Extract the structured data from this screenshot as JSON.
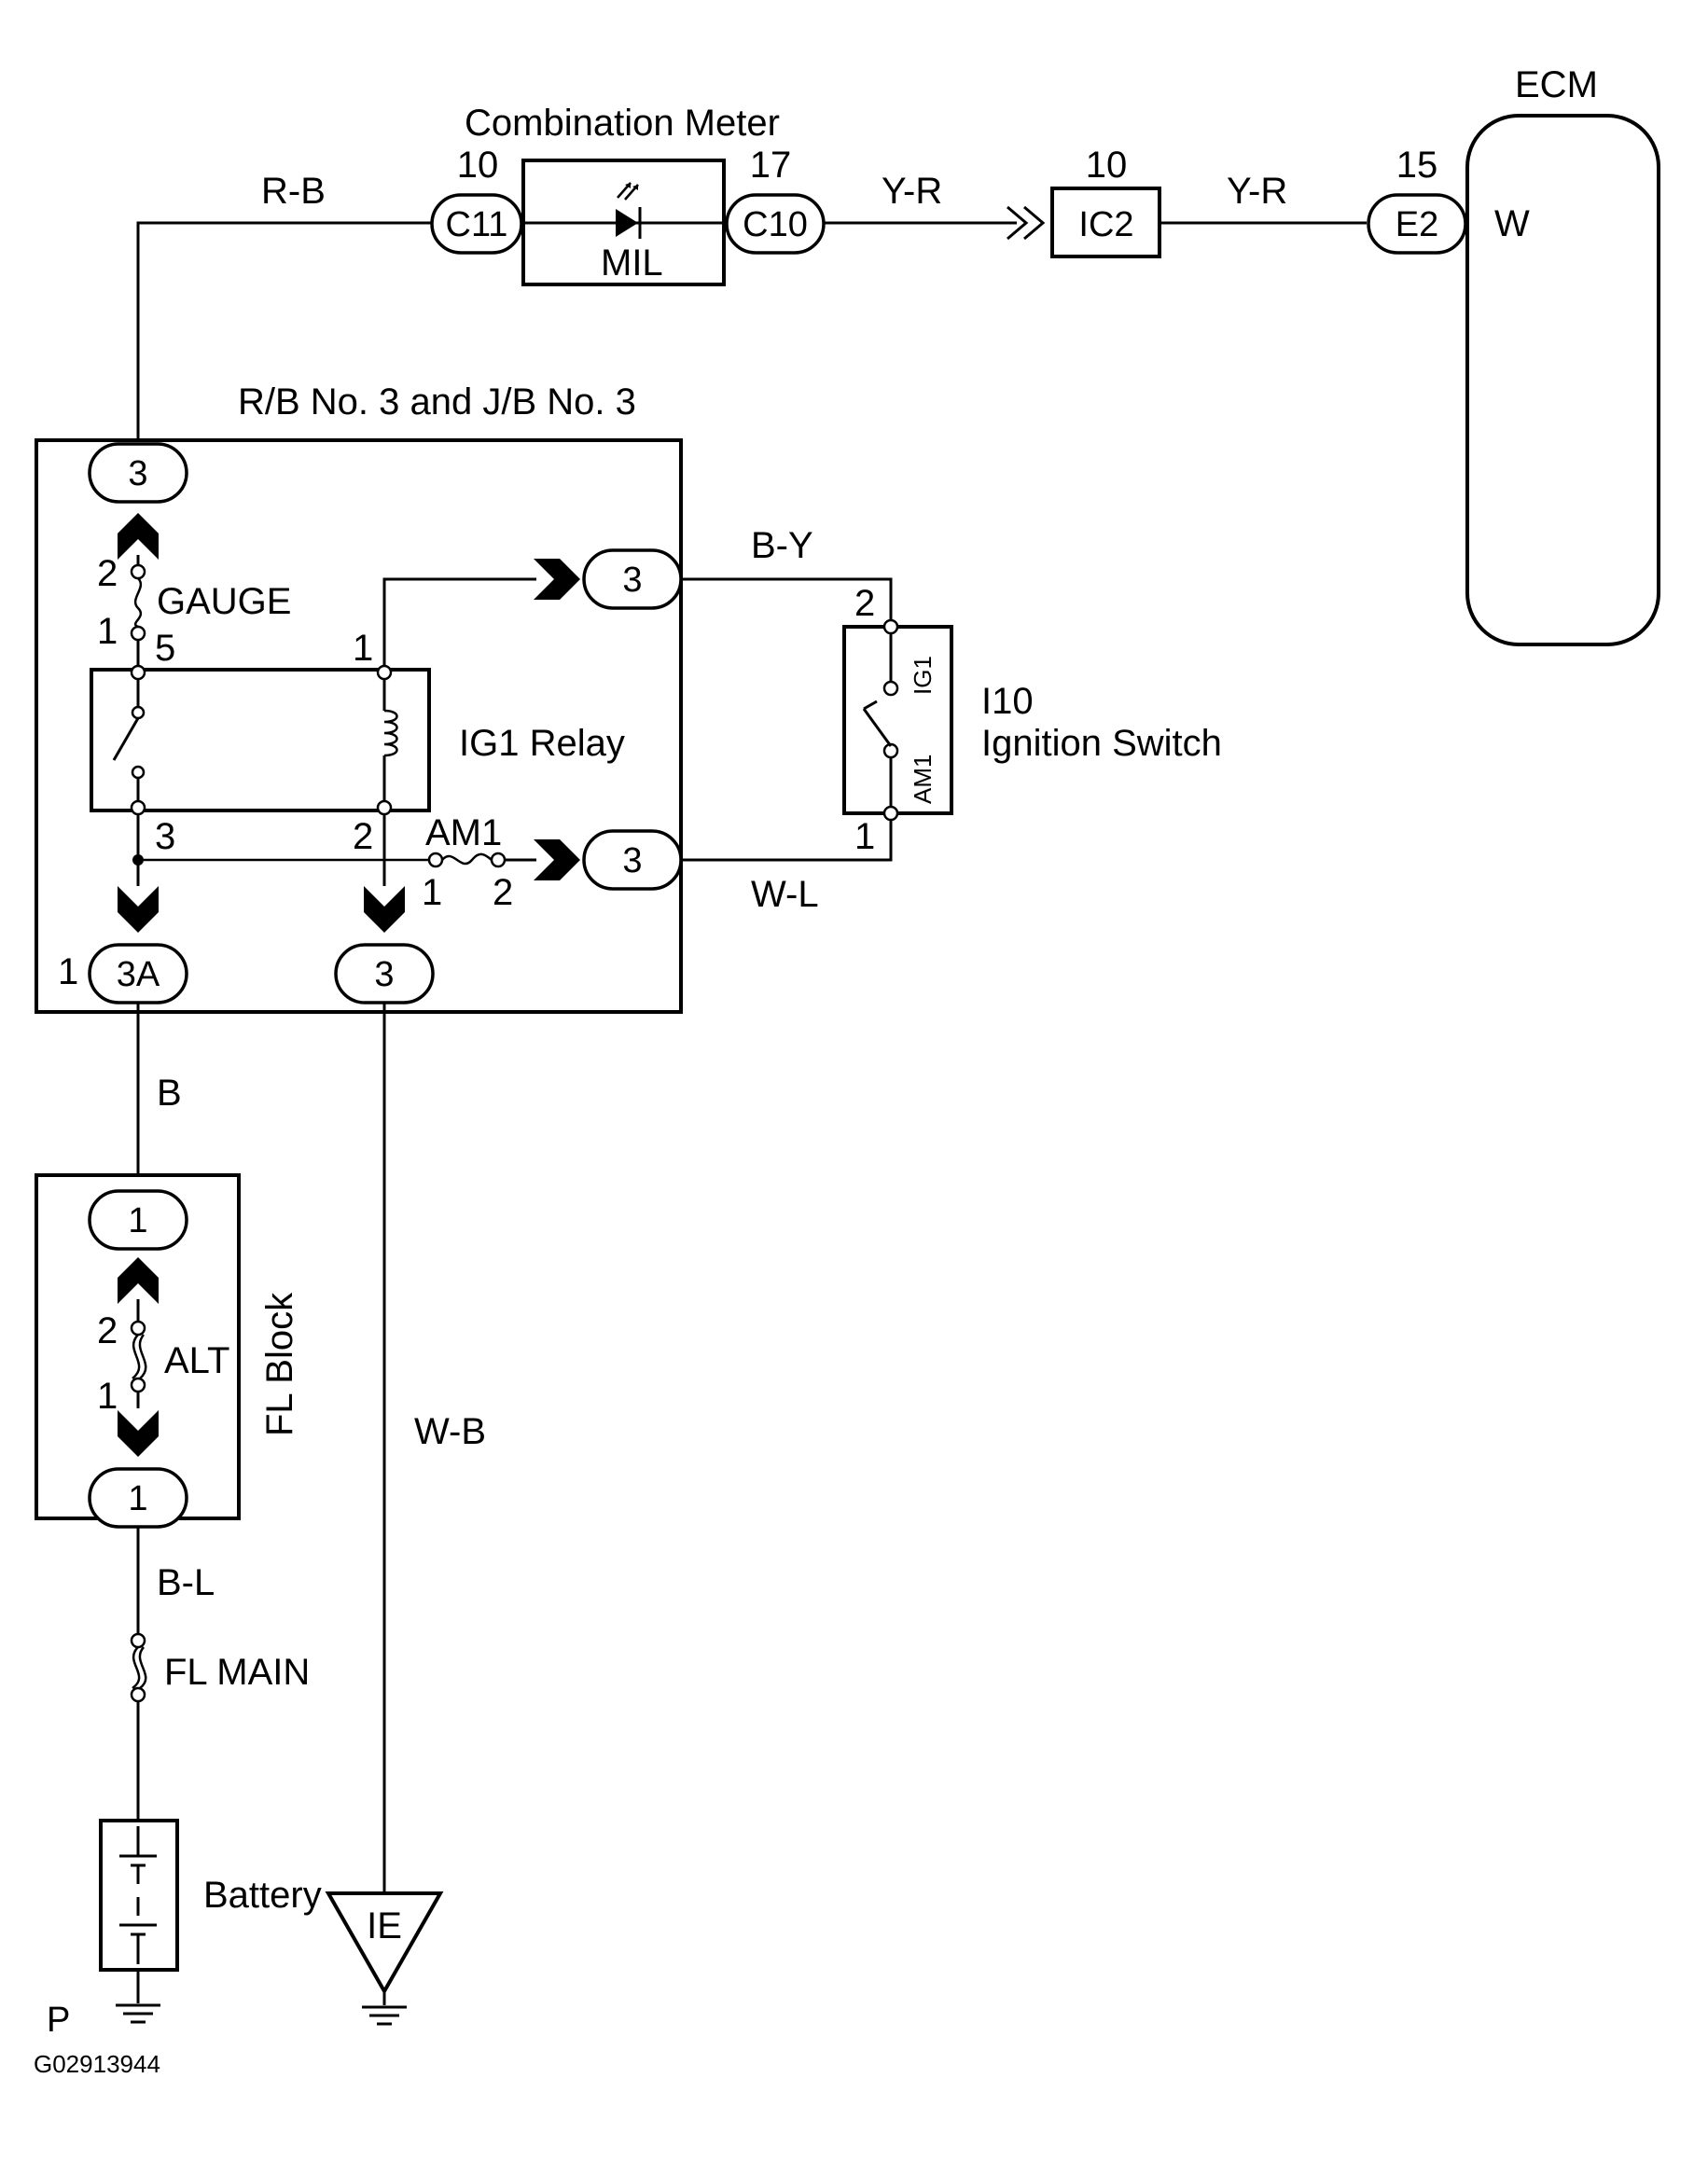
{
  "colors": {
    "line": "#000000",
    "background": "#ffffff"
  },
  "combination_meter": {
    "title": "Combination Meter",
    "left_connector": "C11",
    "left_pin": "10",
    "right_connector": "C10",
    "right_pin": "17",
    "lamp_label": "MIL"
  },
  "wires": {
    "r_b": "R-B",
    "y_r_1": "Y-R",
    "y_r_2": "Y-R",
    "b_y": "B-Y",
    "w_l": "W-L",
    "b": "B",
    "w_b": "W-B",
    "b_l": "B-L"
  },
  "ic2": {
    "label": "IC2",
    "pin": "10"
  },
  "ecm": {
    "title": "ECM",
    "connector": "E2",
    "pin": "15",
    "terminal": "W"
  },
  "junction_block": {
    "title": "R/B No. 3 and J/B No. 3",
    "conn_top": "3",
    "conn_bottom_left": "3A",
    "conn_bottom_left_pin": "1",
    "conn_bottom_mid": "3",
    "conn_right_top": "3",
    "conn_right_bottom": "3",
    "gauge_fuse": "GAUGE",
    "gauge_pin_top": "2",
    "gauge_pin_bottom": "1",
    "relay_label": "IG1 Relay",
    "relay_pin_5": "5",
    "relay_pin_1": "1",
    "relay_pin_3": "3",
    "relay_pin_2": "2",
    "am1_fuse": "AM1",
    "am1_pin_left": "1",
    "am1_pin_right": "2"
  },
  "ignition_switch": {
    "code": "I10",
    "label": "Ignition Switch",
    "pin_top": "2",
    "pin_bottom": "1",
    "contact_ig1": "IG1",
    "contact_am1": "AM1"
  },
  "fl_block": {
    "title": "FL Block",
    "conn_top": "1",
    "conn_bottom": "1",
    "fuse_label": "ALT",
    "pin_top": "2",
    "pin_bottom": "1"
  },
  "fl_main": {
    "label": "FL MAIN"
  },
  "battery": {
    "label": "Battery"
  },
  "ground_ie": {
    "label": "IE"
  },
  "ground_p": {
    "label": "P"
  },
  "figure_code": "G02913944"
}
